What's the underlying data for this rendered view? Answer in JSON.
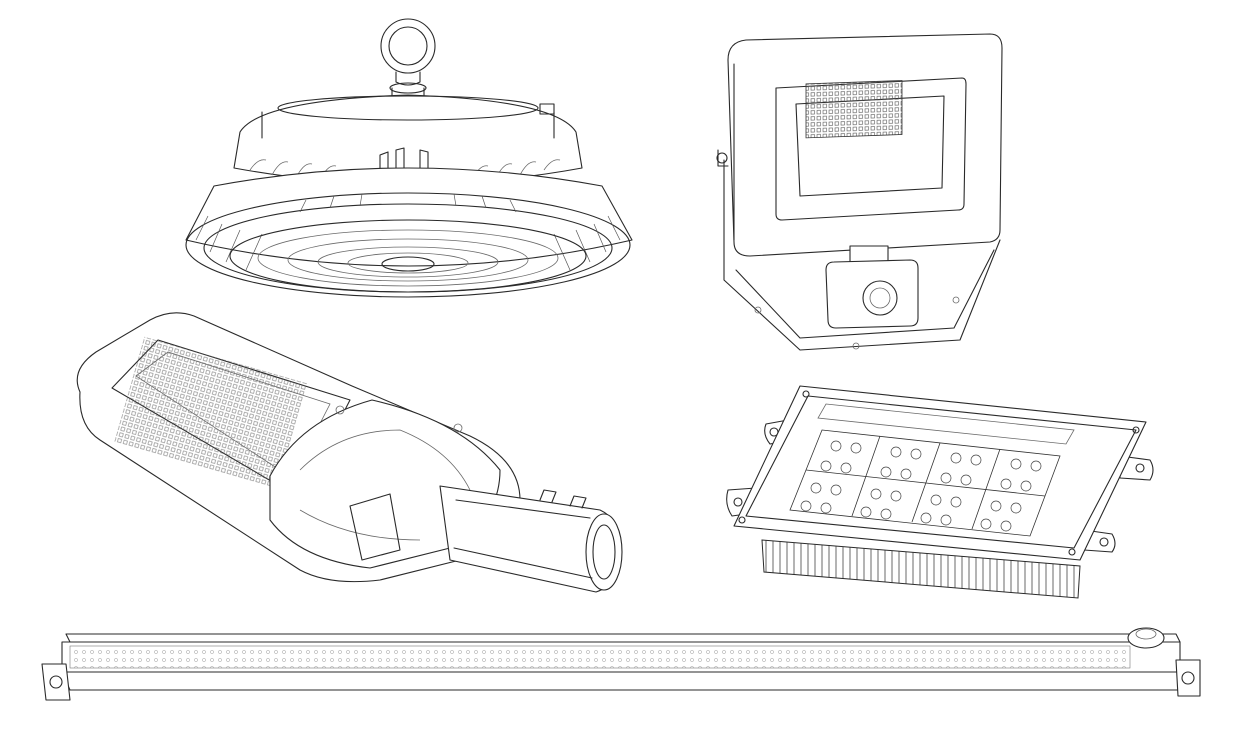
{
  "scene": {
    "background": "#ffffff",
    "line_color": "#2a2a2a",
    "style": "pencil line drawing",
    "items": [
      {
        "name": "ufo-high-bay-light"
      },
      {
        "name": "flood-light-with-motion-sensor"
      },
      {
        "name": "led-street-light"
      },
      {
        "name": "led-light-module-with-heatsink"
      },
      {
        "name": "linear-led-batten-light"
      }
    ]
  }
}
